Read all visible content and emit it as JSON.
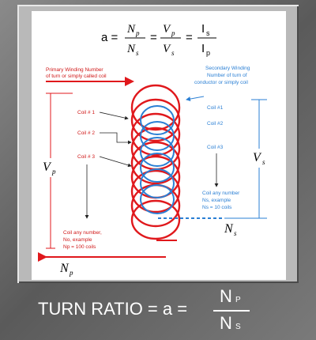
{
  "formula": {
    "a_label": "a =",
    "eq_1": "=",
    "eq_2": "=",
    "np_num": "N",
    "np_sub": "p",
    "ns_den": "N",
    "ns_sub": "s",
    "vp_num": "V",
    "vp_sub": "p",
    "vs_den": "V",
    "vs_sub": "s",
    "is_num": "I",
    "is_sub": "s",
    "ip_den": "I",
    "ip_sub": "p"
  },
  "labels": {
    "primary_line1": "Primary Winding Number",
    "primary_line2": "of turn or simply called coil",
    "secondary_line1": "Secondary Winding",
    "secondary_line2": "Number of turn of",
    "secondary_line3": "conductor or simply coil",
    "coil1_left": "Coil # 1",
    "coil2_left": "Coil # 2",
    "coil3_left": "Coil # 3",
    "coil1_right": "Coil #1",
    "coil2_right": "Coil #2",
    "coil3_right": "Coil #3",
    "vp": "V",
    "vp_sub": "p",
    "vs": "V",
    "vs_sub": "s",
    "ns": "N",
    "ns_sub": "s",
    "np": "N",
    "np_sub": "p",
    "sec_any_1": "Coil any number",
    "sec_any_2": "Ns, example",
    "sec_any_3": "Ns = 10 coils",
    "pri_any_1": "Coil any number,",
    "pri_any_2": "No, example",
    "pri_any_3": "Np = 100 coils"
  },
  "caption": {
    "text": "TURN RATIO = a =",
    "num": "N",
    "num_sub": "P",
    "den": "N",
    "den_sub": "S"
  },
  "colors": {
    "primary": "#e0181c",
    "secondary": "#2a7fd4",
    "text_red": "#d01818",
    "text_blue": "#2a7fd4"
  }
}
